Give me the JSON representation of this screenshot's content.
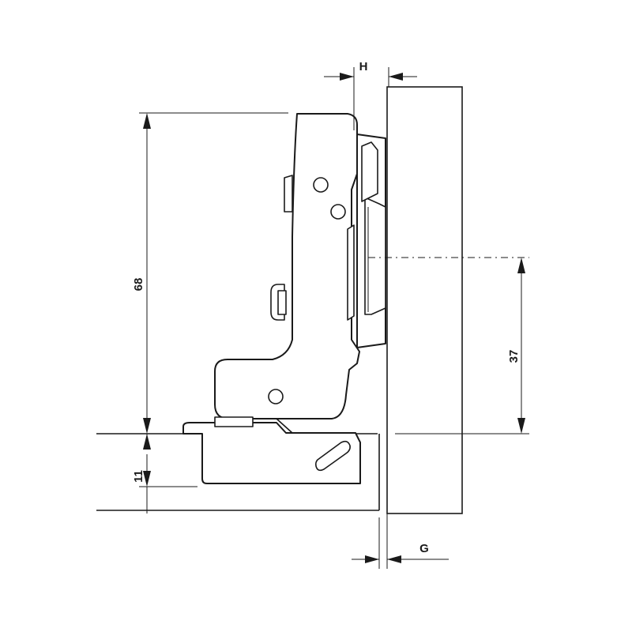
{
  "dimensions": {
    "overall_height": "68",
    "cup_depth": "11",
    "center_height": "37",
    "overlay_h": "H",
    "gap_g": "G"
  }
}
